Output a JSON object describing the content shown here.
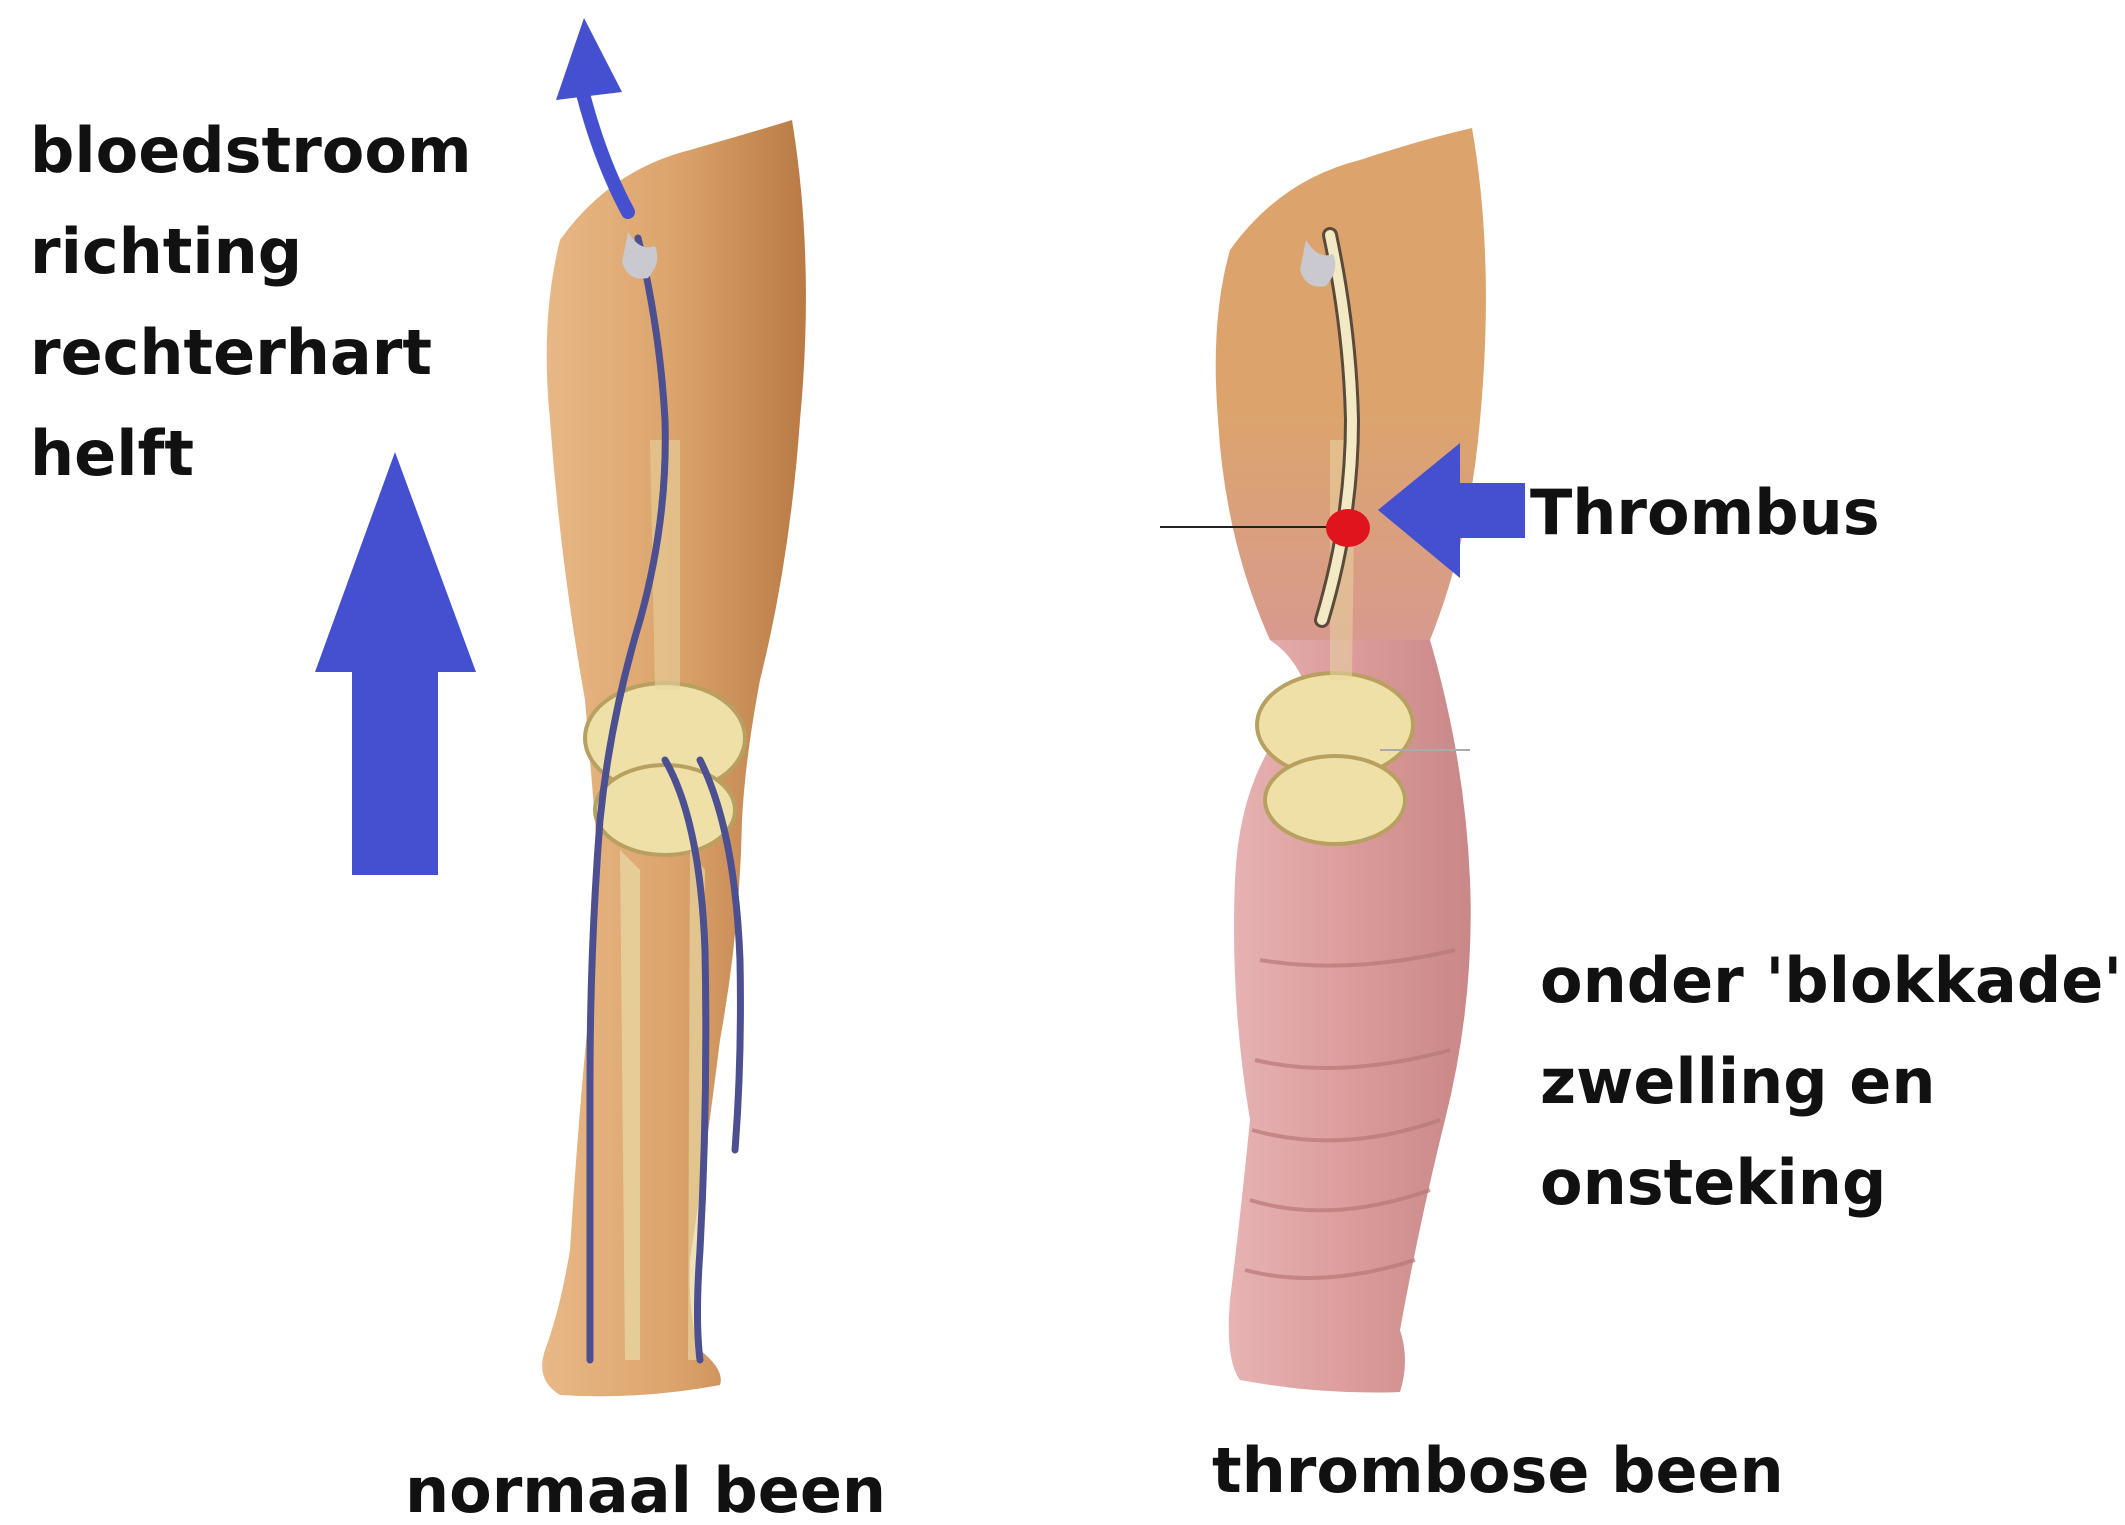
{
  "labels": {
    "flow_direction": {
      "line1": "bloedstroom",
      "line2": "richting",
      "line3": "rechterhart",
      "line4": "helft"
    },
    "thrombus": "Thrombus",
    "swelling": {
      "line1": "onder 'blokkade':",
      "line2": "zwelling en",
      "line3": "onsteking"
    },
    "normal_leg": "normaal been",
    "thrombosis_leg": "thrombose been"
  },
  "colors": {
    "arrow_blue": "#4450d0",
    "skin": "#dca46c",
    "skin_shadow": "#b97a45",
    "swollen_skin": "#dc9c9c",
    "bone": "#efe0a8",
    "vein_normal": "#4c5090",
    "vein_blocked": "#f3e9c4",
    "thrombus_red": "#e0141c",
    "text": "#111111"
  },
  "icons": {
    "flow_arrow": "up-arrow-icon",
    "thrombus_pointer": "left-arrow-icon"
  }
}
